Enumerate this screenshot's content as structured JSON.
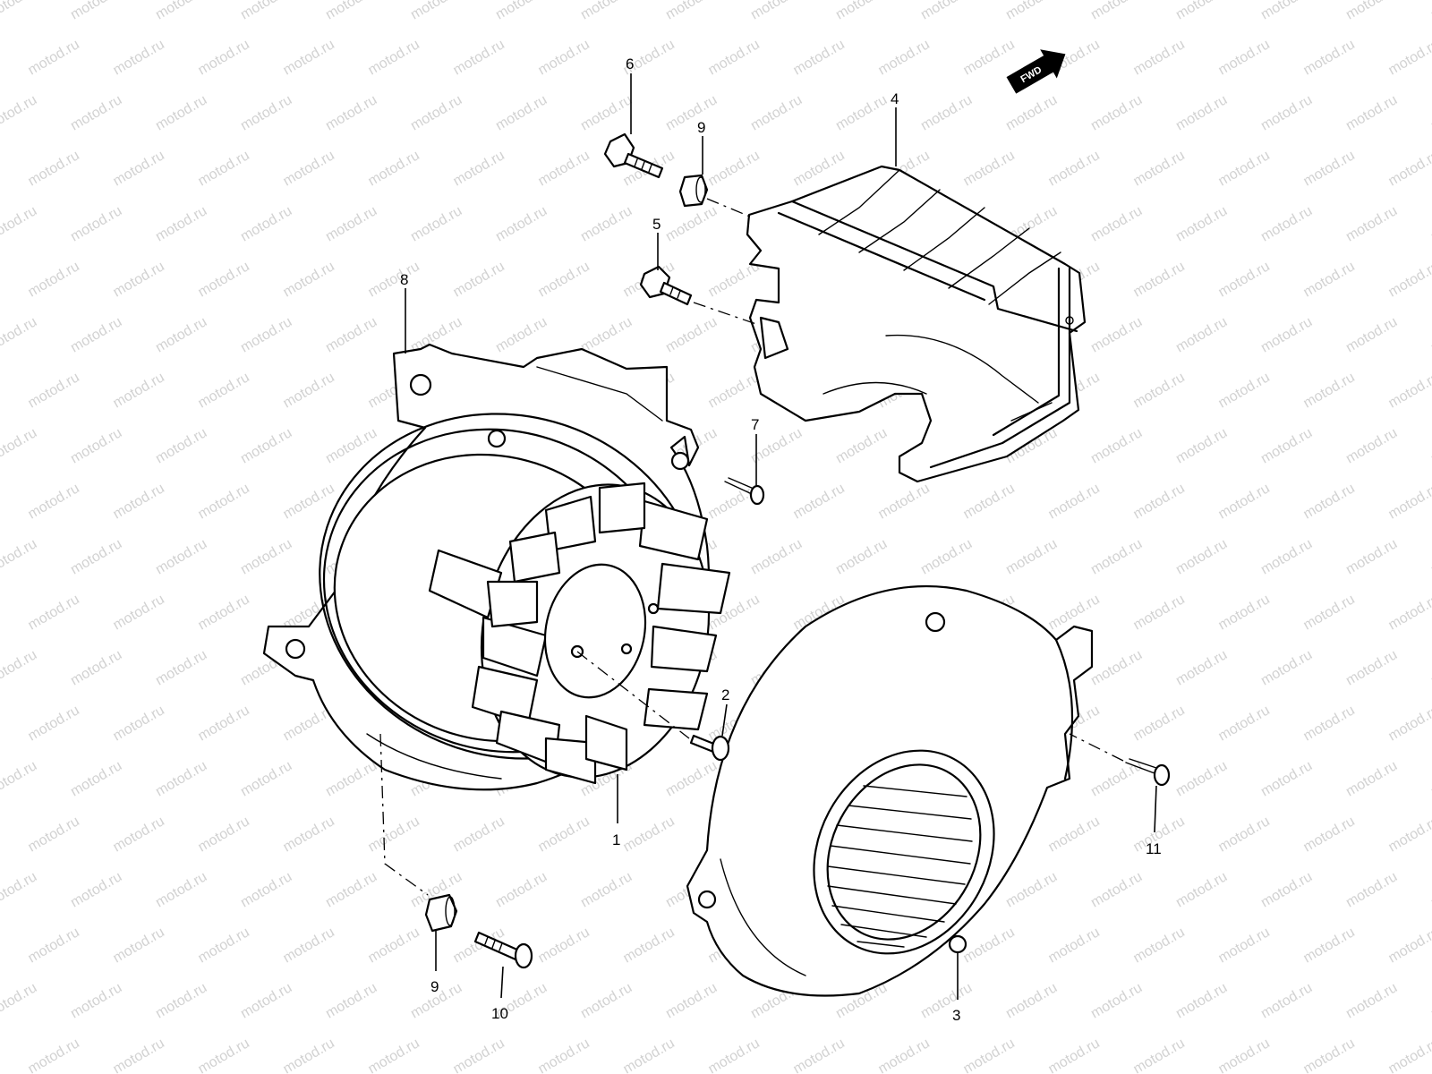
{
  "watermark_text": "motod.ru",
  "direction_badge": "FWD",
  "callouts": [
    {
      "id": "1",
      "label": "1"
    },
    {
      "id": "2",
      "label": "2"
    },
    {
      "id": "3",
      "label": "3"
    },
    {
      "id": "4",
      "label": "4"
    },
    {
      "id": "5",
      "label": "5"
    },
    {
      "id": "6",
      "label": "6"
    },
    {
      "id": "7",
      "label": "7"
    },
    {
      "id": "8",
      "label": "8"
    },
    {
      "id": "9a",
      "label": "9"
    },
    {
      "id": "9b",
      "label": "9"
    },
    {
      "id": "10",
      "label": "10"
    },
    {
      "id": "11",
      "label": "11"
    }
  ]
}
